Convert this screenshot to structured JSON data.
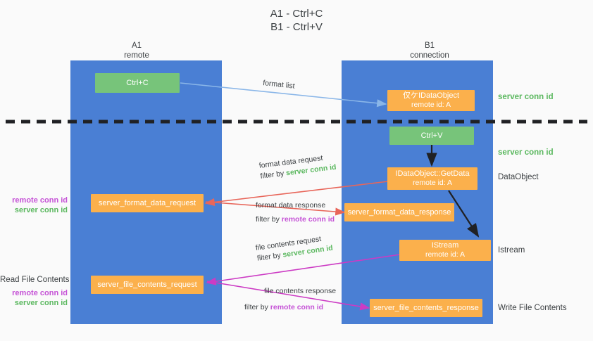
{
  "title": {
    "line1": "A1 - Ctrl+C",
    "line2": "B1 - Ctrl+V"
  },
  "lanes": [
    {
      "id": "a1",
      "name": "A1",
      "role": "remote"
    },
    {
      "id": "b1",
      "name": "B1",
      "role": "connection"
    }
  ],
  "boxes": {
    "ctrl_c": "Ctrl+C",
    "ctrl_v": "Ctrl+V",
    "idataobject": {
      "line1": "仅ケIDataObject",
      "line2": "remote id: A"
    },
    "getdata": {
      "line1": "IDataObject::GetData",
      "line2": "remote id: A"
    },
    "istream": {
      "line1": "IStream",
      "line2": "remote id: A"
    },
    "format_data_request": "server_format_data_request",
    "format_data_response": "server_format_data_response",
    "file_contents_request": "server_file_contents_request",
    "file_contents_response": "server_file_contents_response"
  },
  "side_labels": {
    "server_conn_id_top": "server conn id",
    "server_conn_id_mid": "server conn id",
    "dataobject": "DataObject",
    "istream": "Istream",
    "write_file_contents": "Write File Contents"
  },
  "left_labels": {
    "read_file_contents": "Read File Contents",
    "remote_conn_id": "remote conn id",
    "server_conn_id": "server conn id"
  },
  "captions": {
    "format_list": "format list",
    "format_data_request": "format data request",
    "format_data_request_filter_prefix": "filter by ",
    "format_data_request_filter_value": "server conn id",
    "format_data_response": "format data response",
    "format_data_response_filter_prefix": "filter by ",
    "format_data_response_filter_value": "remote conn id",
    "file_contents_request": "file contents request",
    "file_contents_request_filter_prefix": "filter by ",
    "file_contents_request_filter_value": "server conn id",
    "file_contents_response": "file contents response",
    "file_contents_response_filter_prefix": "filter by ",
    "file_contents_response_filter_value": "remote conn id"
  },
  "colors": {
    "lane": "#4a7fd4",
    "green_box": "#77c47a",
    "orange_box": "#fbb04c",
    "remote_conn": "#c552d6",
    "server_conn": "#5bb85f",
    "arrow_light_blue": "#8ab6e8",
    "arrow_red": "#e8665a",
    "arrow_magenta": "#cc3bc4",
    "arrow_black": "#202124",
    "background": "#fafafa"
  }
}
